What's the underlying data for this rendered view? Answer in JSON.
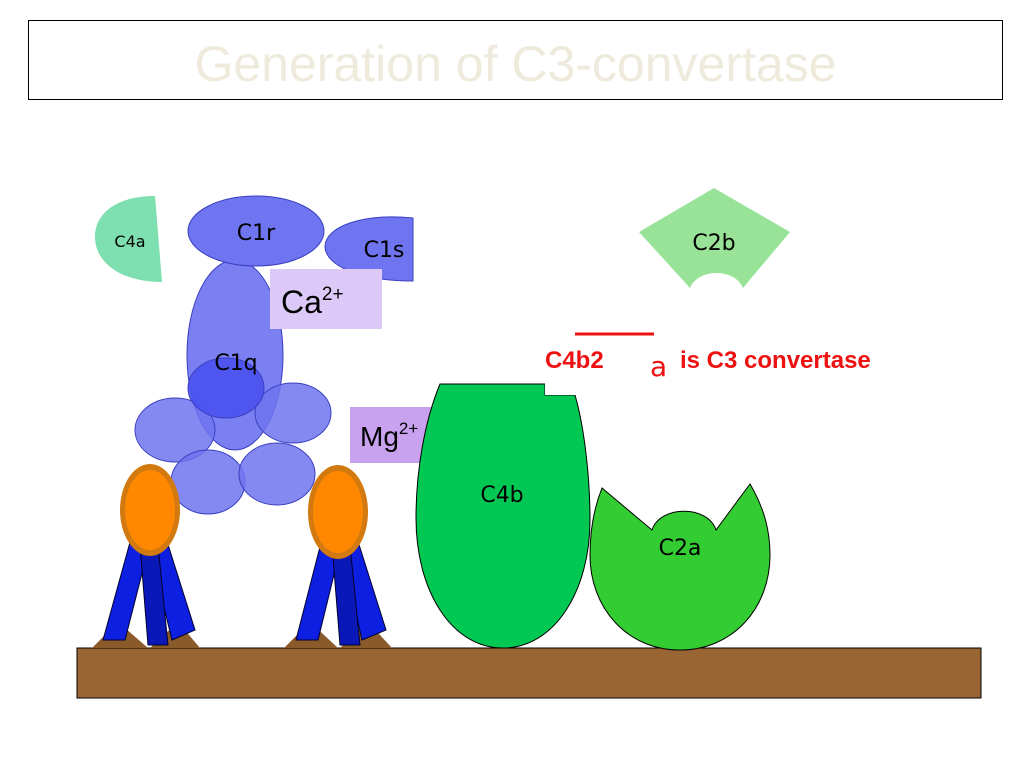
{
  "title": "Generation of C3-convertase",
  "labels": {
    "c4a": "C4a",
    "c1r": "C1r",
    "c1s": "C1s",
    "c1q": "C1q",
    "c2b": "C2b",
    "c4b": "C4b",
    "c2a": "C2a"
  },
  "ions": {
    "ca_base": "Ca",
    "ca_charge": "2+",
    "mg_base": "Mg",
    "mg_charge": "2+"
  },
  "statement": {
    "complex_bold": "C4b2",
    "complex_suffix": "a",
    "rest": "is C3 convertase"
  },
  "colors": {
    "title_text": "#eeeadc",
    "c1_complex": "#6f74f0",
    "c4_fragment": "#00c853",
    "c2a": "#33cc33",
    "c2b": "#99e399",
    "c4a": "#7ee0b0",
    "ca_box": "#dcc9f7",
    "mg_box": "#c9a2ef",
    "membrane": "#996633",
    "antigen": "#ff8800",
    "ribbon": "#0d1fe0",
    "statement": "#ee1111"
  }
}
